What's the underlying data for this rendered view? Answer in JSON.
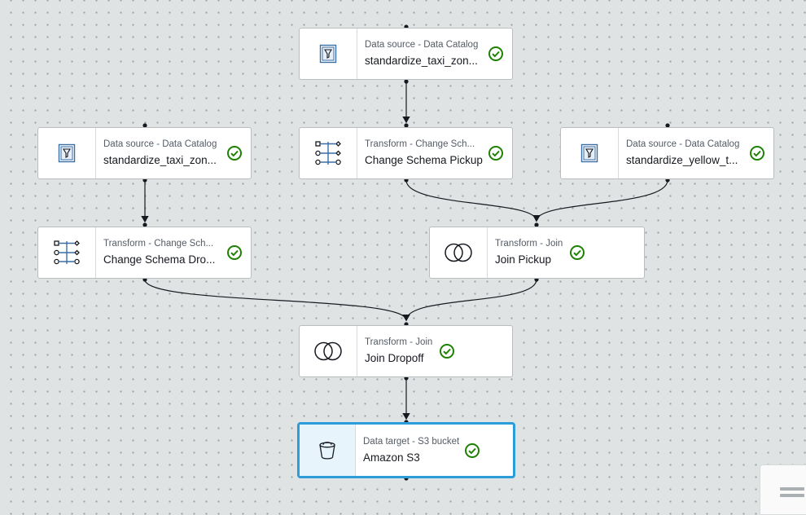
{
  "nodes": [
    {
      "id": "n1",
      "type": "Data source - Data Catalog",
      "name": "standardize_taxi_zon...",
      "icon": "data-catalog-icon",
      "status": "succeeded"
    },
    {
      "id": "n2",
      "type": "Data source - Data Catalog",
      "name": "standardize_taxi_zon...",
      "icon": "data-catalog-icon",
      "status": "succeeded"
    },
    {
      "id": "n3",
      "type": "Transform - Change Sch...",
      "name": "Change Schema Pickup",
      "icon": "change-schema-icon",
      "status": "succeeded"
    },
    {
      "id": "n4",
      "type": "Data source - Data Catalog",
      "name": "standardize_yellow_t...",
      "icon": "data-catalog-icon",
      "status": "succeeded"
    },
    {
      "id": "n5",
      "type": "Transform - Change Sch...",
      "name": "Change Schema Dro...",
      "icon": "change-schema-icon",
      "status": "succeeded"
    },
    {
      "id": "n6",
      "type": "Transform - Join",
      "name": "Join Pickup",
      "icon": "join-icon",
      "status": "succeeded"
    },
    {
      "id": "n7",
      "type": "Transform - Join",
      "name": "Join Dropoff",
      "icon": "join-icon",
      "status": "succeeded"
    },
    {
      "id": "n8",
      "type": "Data target - S3 bucket",
      "name": "Amazon S3",
      "icon": "s3-bucket-icon",
      "status": "succeeded"
    }
  ],
  "colors": {
    "success": "#1d8102",
    "selected": "#2d9cdb",
    "edge": "#16191f",
    "icon": "#3a6ea5"
  }
}
